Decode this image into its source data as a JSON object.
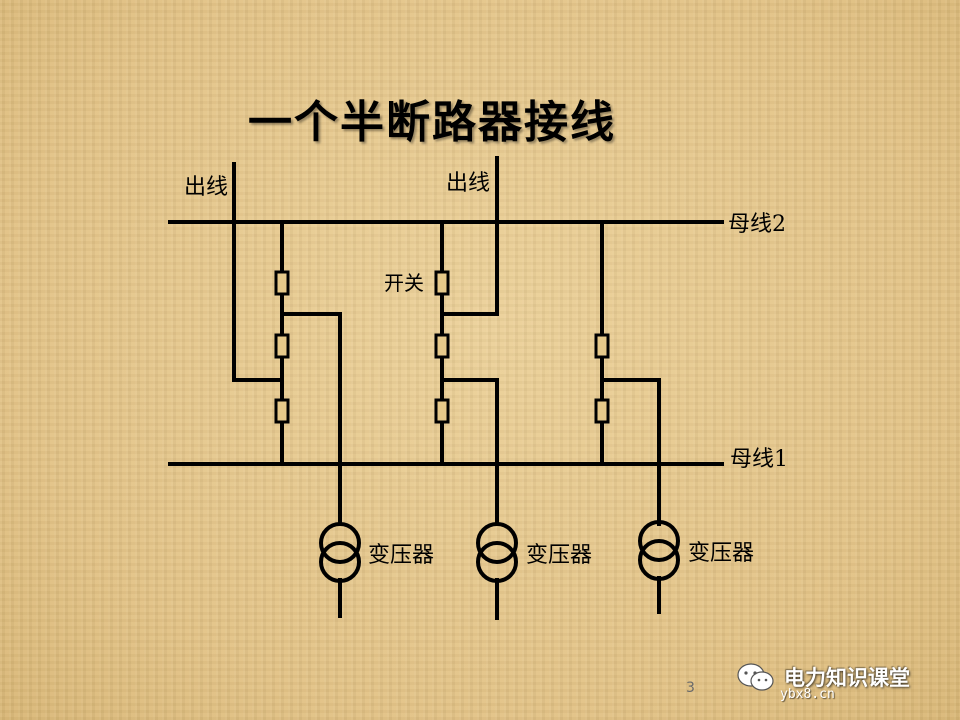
{
  "title": "一个半断路器接线",
  "labels": {
    "outgoing_line_left": "出线",
    "outgoing_line_right": "出线",
    "bus_2": "母线2",
    "bus_1": "母线1",
    "switch": "开关",
    "transformer_1": "变压器",
    "transformer_2": "变压器",
    "transformer_3": "变压器"
  },
  "page_number": "3",
  "watermark": {
    "name": "电力知识课堂",
    "site": "ybx8.cn",
    "icon": "wechat-icon"
  }
}
